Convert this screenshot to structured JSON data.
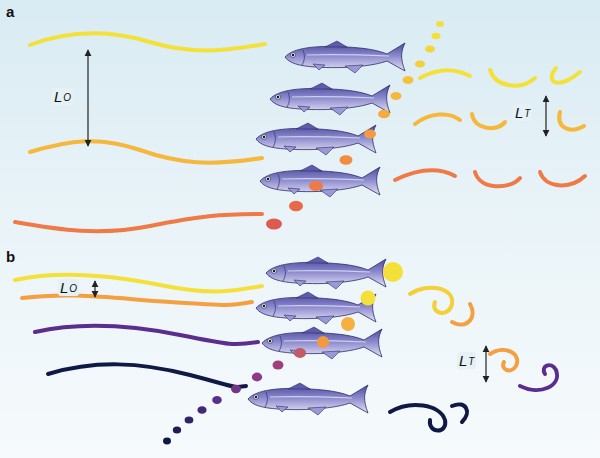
{
  "diagram": {
    "labels": [
      "a",
      "LO",
      "LT",
      "b",
      "LO",
      "LT"
    ]
  }
}
